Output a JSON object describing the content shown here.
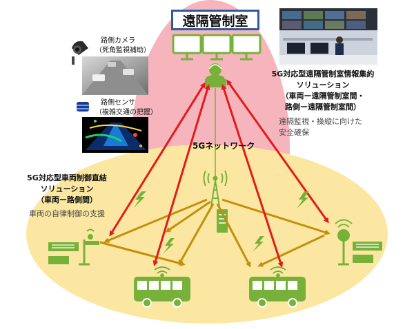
{
  "title": "遠隔管制室",
  "network_label": "5Gネットワーク",
  "camera": {
    "label": "路側カメラ",
    "sub": "（死角監視補助）"
  },
  "sensor": {
    "label": "路側センサ",
    "sub": "（複雑交通の把握）"
  },
  "right_solution": {
    "lines": [
      "5G対応型遠隔管制室情報集約",
      "ソリューション",
      "（車両ー遠隔管制室間・",
      "路側ー遠隔管制室間）"
    ],
    "desc": [
      "遠隔監視・操縦に向けた",
      "安全確保"
    ]
  },
  "left_solution": {
    "lines": [
      "5G対応型車両制御直結",
      "ソリューション",
      "（車両ー路側間）"
    ],
    "desc": [
      "車両の自律制御の支援"
    ]
  },
  "colors": {
    "pink_region": "#f6b4bd",
    "yellow_region": "#fbe7a1",
    "green": "#78b13a",
    "red_arrow": "#e11a1a",
    "gold_arrow": "#c28f0b",
    "title_border": "#2e5a9c"
  },
  "icons": [
    "camera-icon",
    "lidar-sensor-icon",
    "monitor-icon",
    "operator-icon",
    "cell-tower-icon",
    "server-icon",
    "bus-icon",
    "roadside-unit-icon",
    "wifi-icon",
    "lightning-icon"
  ]
}
